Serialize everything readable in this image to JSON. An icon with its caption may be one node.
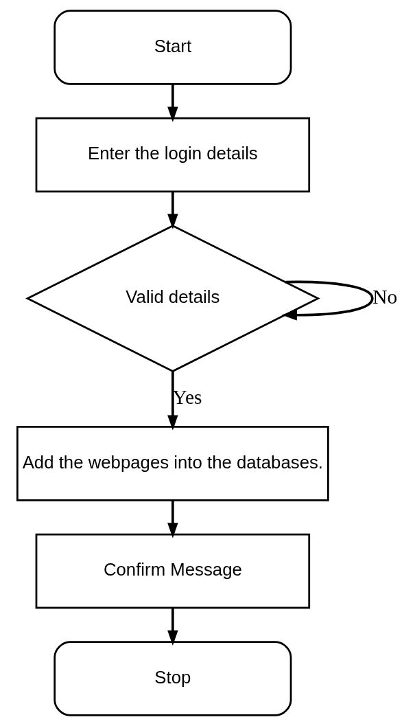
{
  "diagram": {
    "nodes": [
      {
        "text": [
          "Start"
        ]
      },
      {
        "text": [
          "Enter the login details"
        ]
      },
      {
        "text": [
          "Valid details"
        ]
      },
      {
        "text": [
          "Add the webpages into the databases."
        ]
      },
      {
        "text": [
          "Confirm Message"
        ]
      },
      {
        "text": [
          "Stop"
        ]
      }
    ],
    "edges": [
      {
        "from": 0,
        "to": 1,
        "arrow": "to"
      },
      {
        "from": 1,
        "to": 2,
        "arrow": "to"
      },
      {
        "from": 2,
        "to": 2,
        "arrow": "to",
        "label": "No"
      },
      {
        "from": 2,
        "to": 3,
        "arrow": "to",
        "label": "Yes"
      },
      {
        "from": 3,
        "to": 4,
        "arrow": "to"
      },
      {
        "from": 4,
        "to": 5,
        "arrow": "to"
      }
    ]
  }
}
